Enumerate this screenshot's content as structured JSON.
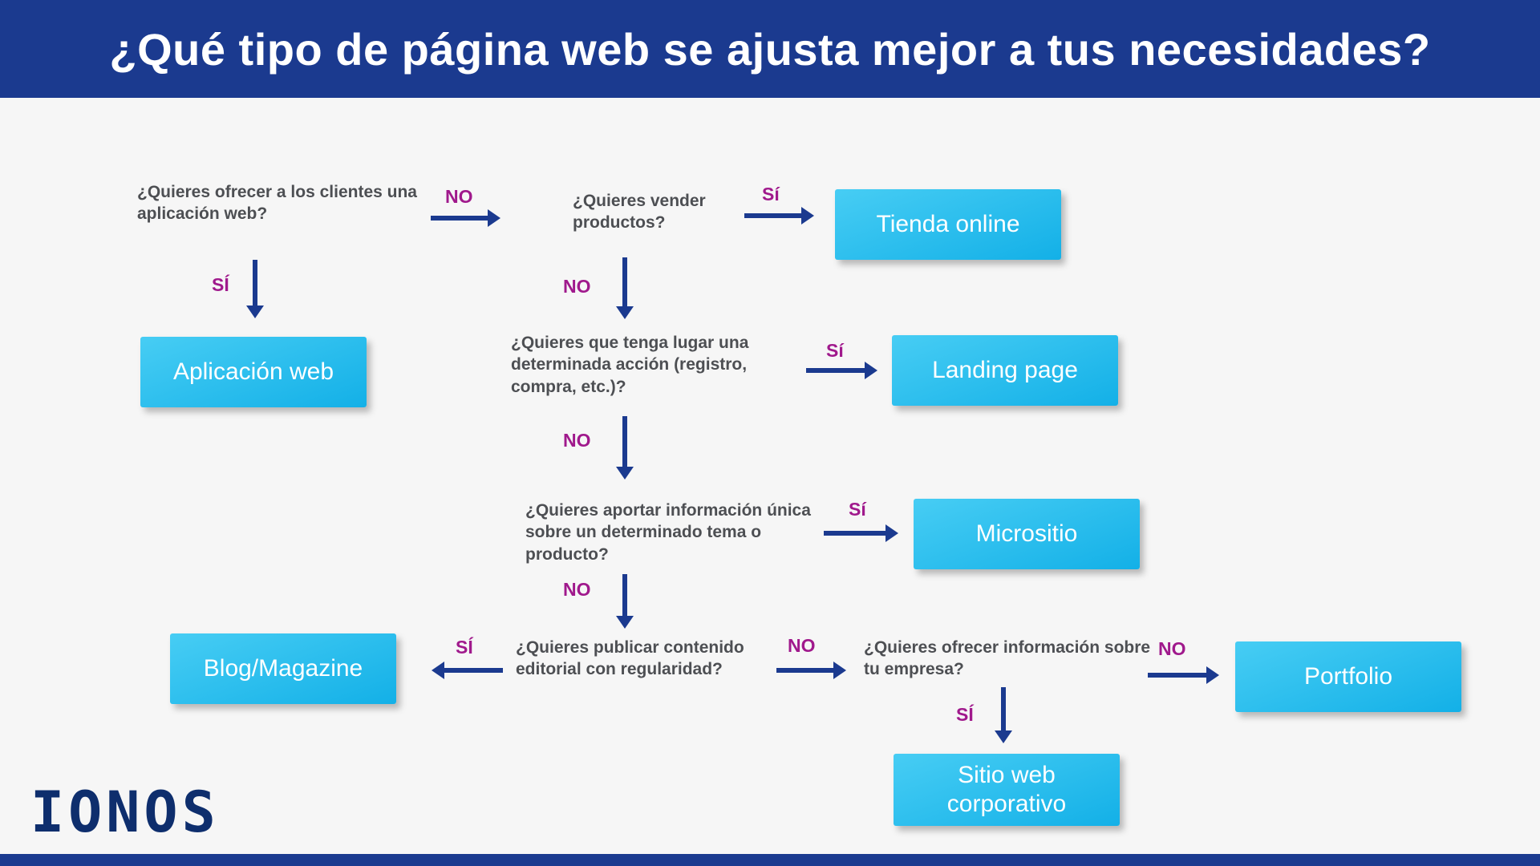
{
  "header": {
    "title": "¿Qué tipo de página web se ajusta mejor a tus necesidades?"
  },
  "questions": {
    "q1": "¿Quieres ofrecer a los clientes una aplicación web?",
    "q2": "¿Quieres vender productos?",
    "q3": "¿Quieres que tenga lugar una determinada acción (registro, compra, etc.)?",
    "q4": "¿Quieres aportar información única sobre un determinado tema o producto?",
    "q5": "¿Quieres publicar contenido editorial con regularidad?",
    "q6": "¿Quieres ofrecer información sobre tu empresa?"
  },
  "results": {
    "tienda_online": "Tienda online",
    "aplicacion_web": "Aplicación web",
    "landing_page": "Landing page",
    "micrositio": "Micrositio",
    "blog_magazine": "Blog/Magazine",
    "portfolio": "Portfolio",
    "sitio_web_corporativo": "Sitio web corporativo"
  },
  "labels": {
    "q1_no": "NO",
    "q1_si": "SÍ",
    "q2_si": "Sí",
    "q2_no": "NO",
    "q3_si": "Sí",
    "q3_no": "NO",
    "q4_si": "Sí",
    "q4_no": "NO",
    "q5_si": "SÍ",
    "q5_no": "NO",
    "q6_no": "NO",
    "q6_si": "SÍ"
  },
  "logo": {
    "text": "IONOS"
  },
  "colors": {
    "navy": "#1b3a8f",
    "magenta": "#a0198c",
    "box_top": "#47cdf4",
    "box_bottom": "#13b0e7",
    "question_text": "#4d4f53",
    "page_bg": "#f6f6f6",
    "box_text": "#ffffff",
    "logo_navy": "#0e2e6d"
  }
}
